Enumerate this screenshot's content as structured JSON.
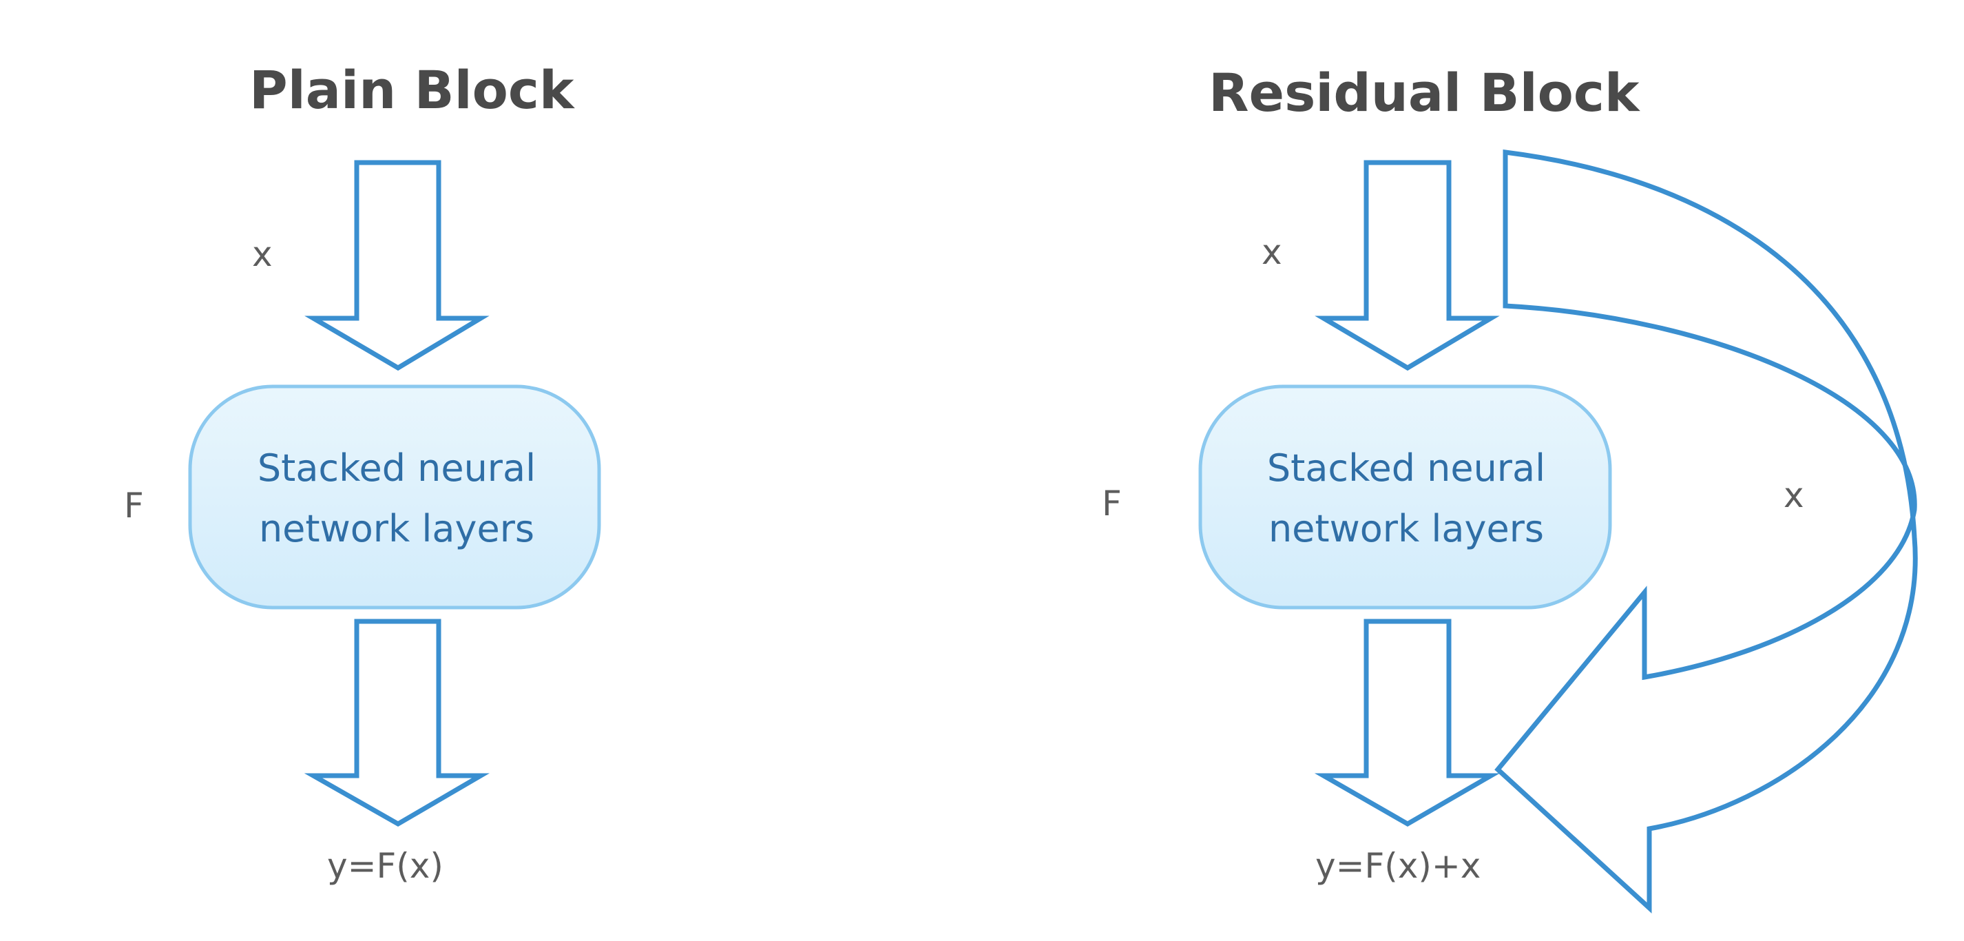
{
  "plain_block": {
    "title": "Plain Block",
    "input_label": "x",
    "function_label": "F",
    "box_line1": "Stacked neural",
    "box_line2": "network layers",
    "output_label": "y=F(x)"
  },
  "residual_block": {
    "title": "Residual Block",
    "input_label": "x",
    "function_label": "F",
    "box_line1": "Stacked neural",
    "box_line2": "network layers",
    "skip_label": "x",
    "output_label": "y=F(x)+x"
  },
  "colors": {
    "arrow_stroke": "#3a8fd0",
    "box_fill_top": "#e9f6fd",
    "box_fill_bottom": "#d2ecfb",
    "box_stroke": "#8cc9ef",
    "box_text": "#2f6ea6",
    "label_text": "#5c5c5c",
    "title_text": "#4a4a4a"
  }
}
